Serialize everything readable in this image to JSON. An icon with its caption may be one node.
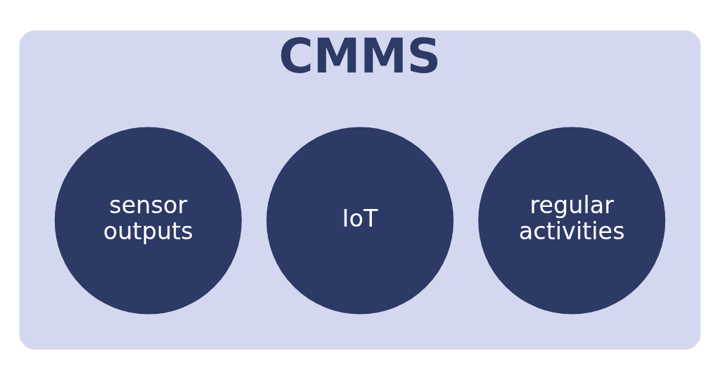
{
  "diagram": {
    "nodes": [
      {
        "text": [
          "CMMS"
        ]
      },
      {
        "text": [
          "regular activities"
        ],
        "in": 0
      },
      {
        "text": [
          "IoT"
        ],
        "in": 0
      },
      {
        "text": [
          "sensor outputs"
        ],
        "in": 0
      }
    ]
  }
}
